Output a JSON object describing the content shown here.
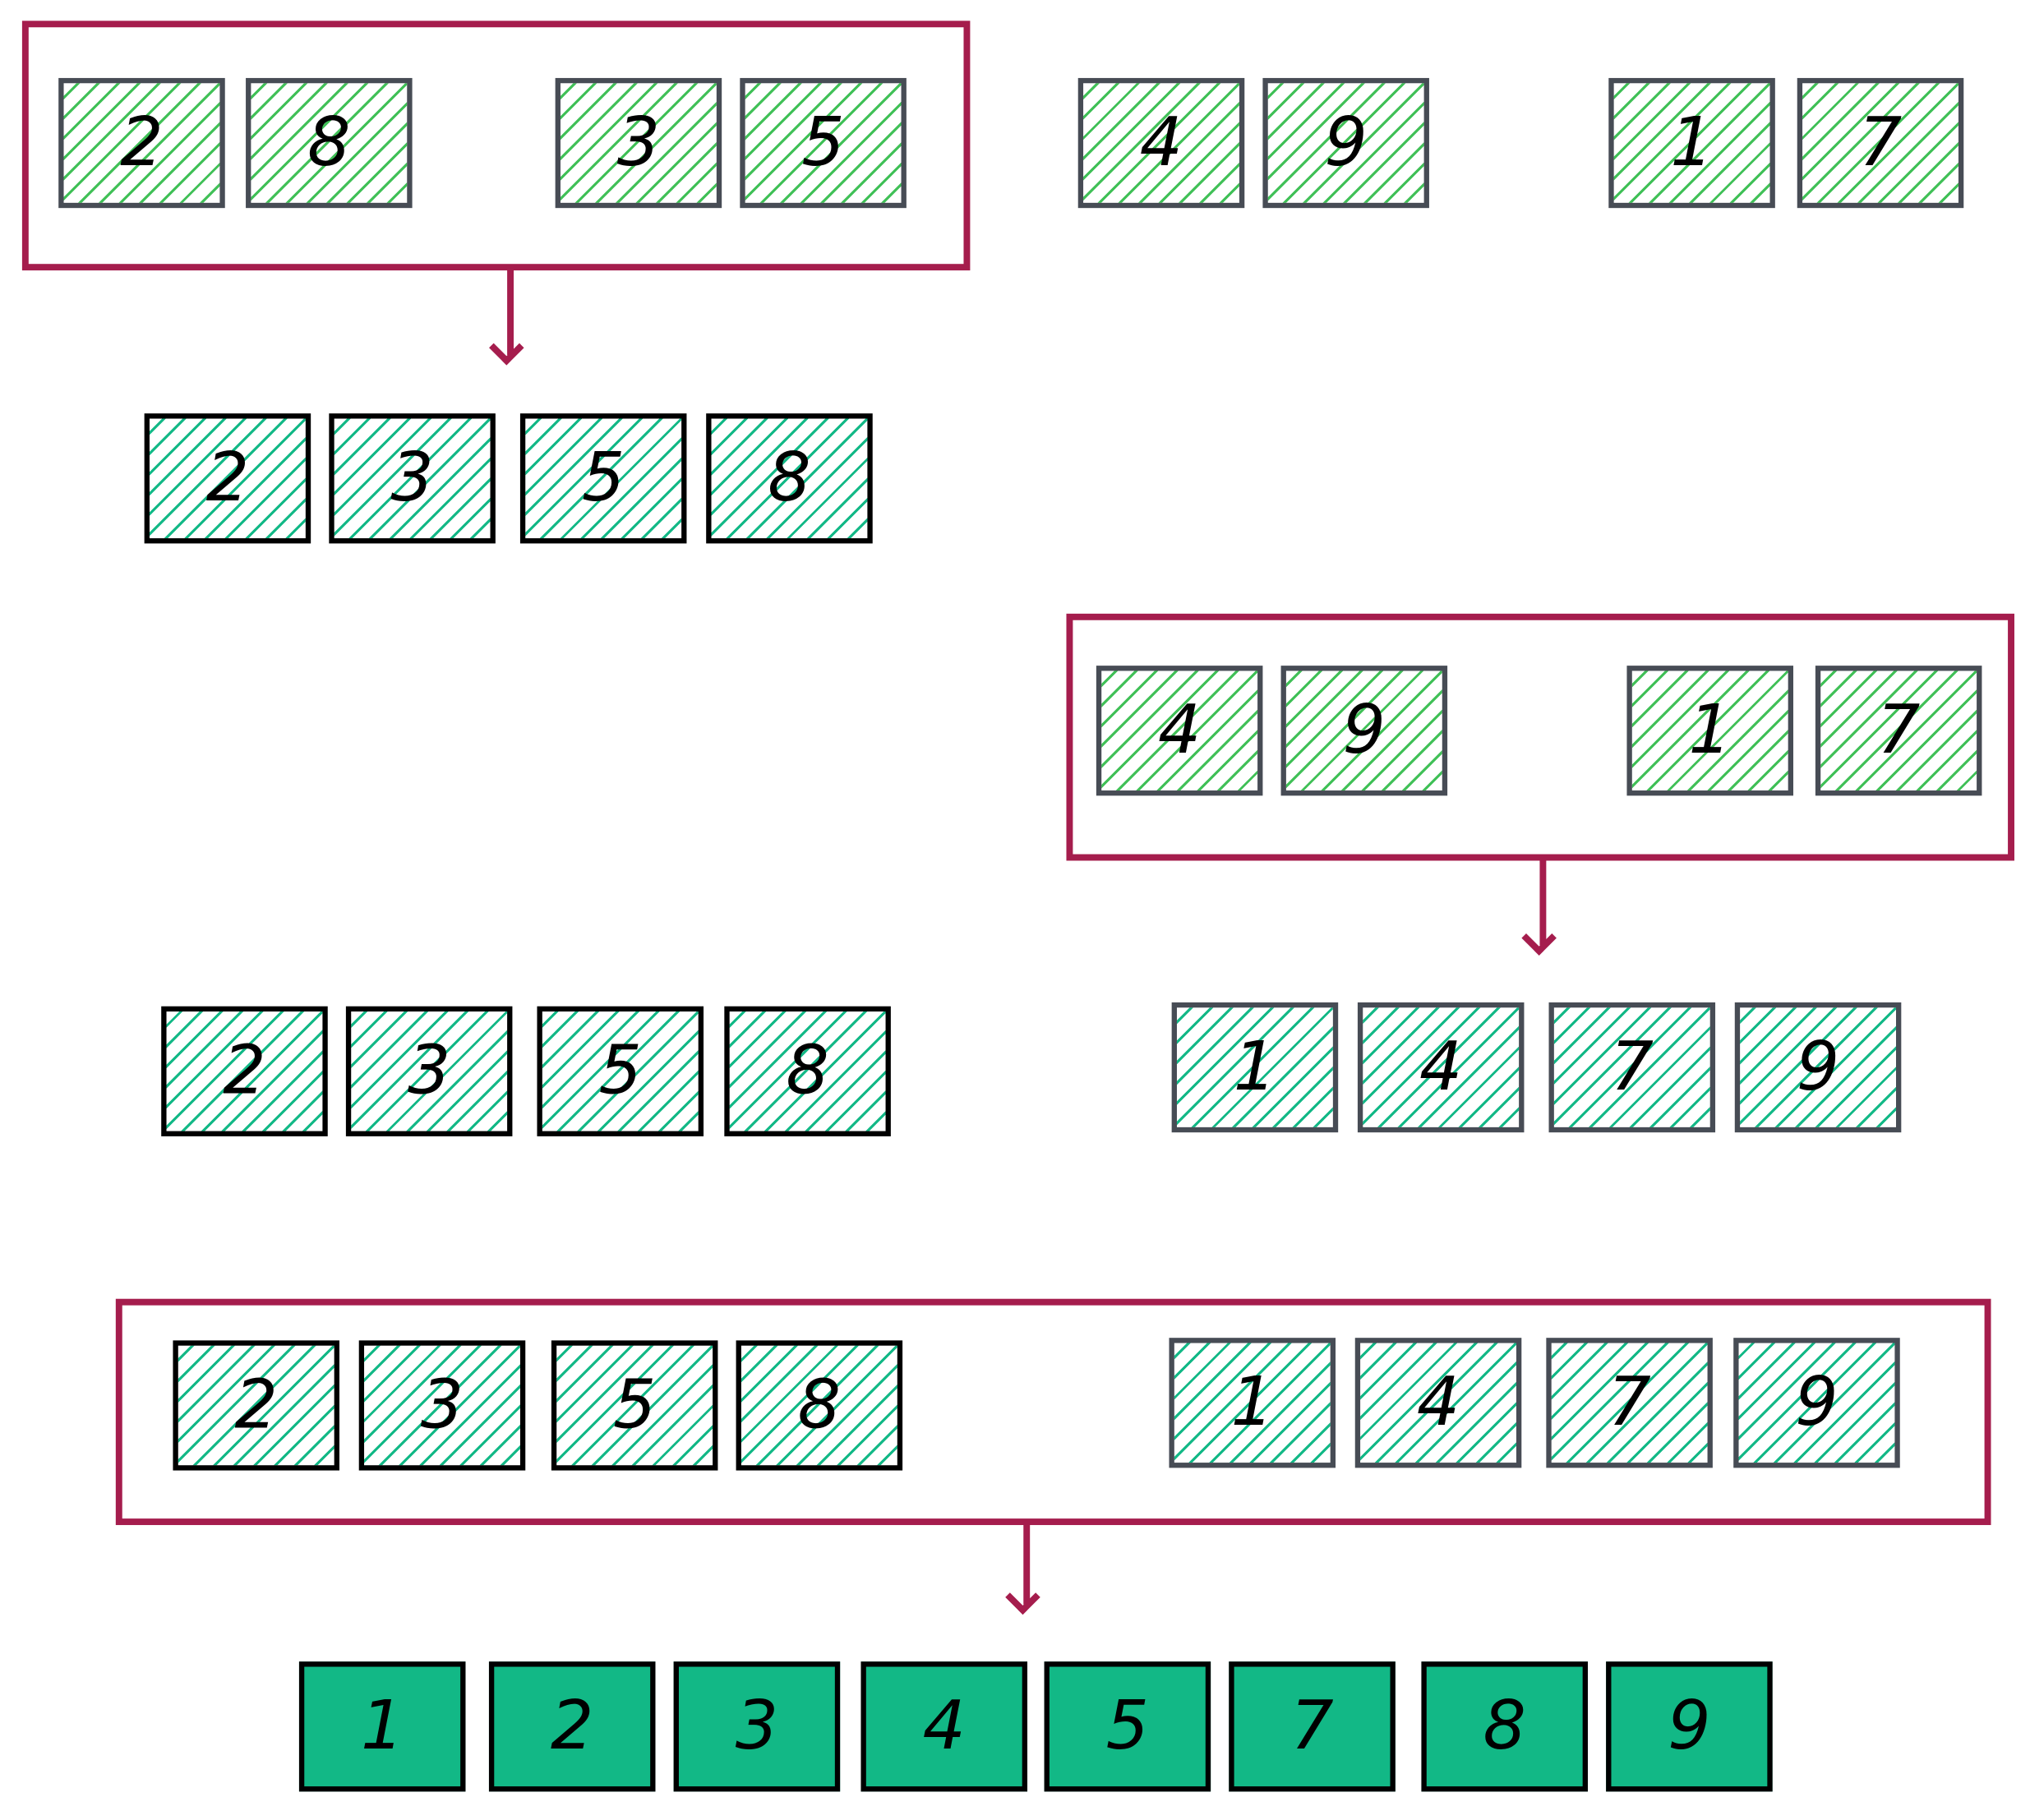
{
  "colors": {
    "frame": "#a51d4d",
    "hatch_light": "#40c057",
    "hatch_teal": "#12b886",
    "solid_fill": "#12b886",
    "border_gray": "#474c55"
  },
  "initial_pairs": [
    [
      "2",
      "8"
    ],
    [
      "3",
      "5"
    ],
    [
      "4",
      "9"
    ],
    [
      "1",
      "7"
    ]
  ],
  "merge_step_1": {
    "inputs": [
      [
        "2",
        "8"
      ],
      [
        "3",
        "5"
      ]
    ],
    "output": [
      "2",
      "3",
      "5",
      "8"
    ]
  },
  "merge_step_2": {
    "inputs": [
      [
        "4",
        "9"
      ],
      [
        "1",
        "7"
      ]
    ],
    "output": [
      "1",
      "4",
      "7",
      "9"
    ]
  },
  "intermediate": {
    "left": [
      "2",
      "3",
      "5",
      "8"
    ],
    "right": [
      "1",
      "4",
      "7",
      "9"
    ]
  },
  "merge_step_3": {
    "inputs": [
      [
        "2",
        "3",
        "5",
        "8"
      ],
      [
        "1",
        "4",
        "7",
        "9"
      ]
    ]
  },
  "final": [
    "1",
    "2",
    "3",
    "4",
    "5",
    "7",
    "8",
    "9"
  ]
}
